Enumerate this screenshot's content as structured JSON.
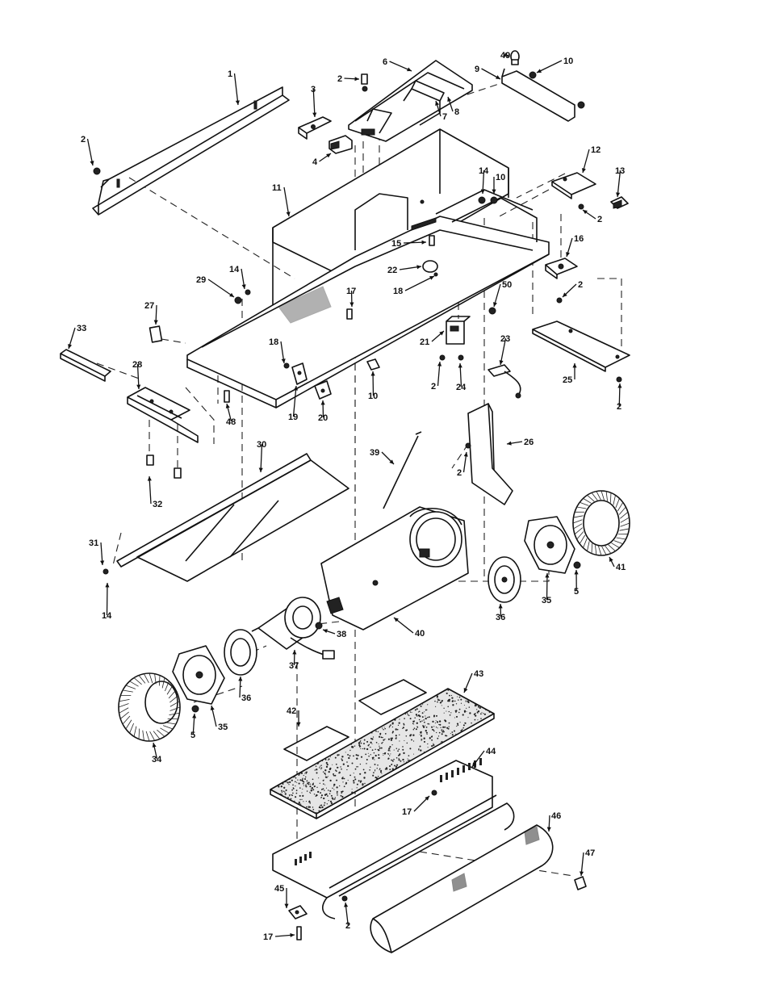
{
  "callouts": [
    {
      "text": "1",
      "id": "p1"
    },
    {
      "text": "2",
      "id": "p2a"
    },
    {
      "text": "2",
      "id": "p2b"
    },
    {
      "text": "3",
      "id": "p3"
    },
    {
      "text": "4",
      "id": "p4"
    },
    {
      "text": "6",
      "id": "p6"
    },
    {
      "text": "7",
      "id": "p7"
    },
    {
      "text": "8",
      "id": "p8"
    },
    {
      "text": "49",
      "id": "p49"
    },
    {
      "text": "9",
      "id": "p9"
    },
    {
      "text": "10",
      "id": "p10a"
    },
    {
      "text": "11",
      "id": "p11"
    },
    {
      "text": "14",
      "id": "p14a"
    },
    {
      "text": "10",
      "id": "p10b"
    },
    {
      "text": "12",
      "id": "p12"
    },
    {
      "text": "13",
      "id": "p13"
    },
    {
      "text": "2",
      "id": "p2c"
    },
    {
      "text": "15",
      "id": "p15"
    },
    {
      "text": "16",
      "id": "p16"
    },
    {
      "text": "22",
      "id": "p22"
    },
    {
      "text": "18",
      "id": "p18a"
    },
    {
      "text": "29",
      "id": "p29"
    },
    {
      "text": "14",
      "id": "p14b"
    },
    {
      "text": "50",
      "id": "p50"
    },
    {
      "text": "2",
      "id": "p2d"
    },
    {
      "text": "27",
      "id": "p27"
    },
    {
      "text": "17",
      "id": "p17a"
    },
    {
      "text": "33",
      "id": "p33"
    },
    {
      "text": "18",
      "id": "p18b"
    },
    {
      "text": "21",
      "id": "p21"
    },
    {
      "text": "23",
      "id": "p23"
    },
    {
      "text": "25",
      "id": "p25"
    },
    {
      "text": "28",
      "id": "p28"
    },
    {
      "text": "10",
      "id": "p10c"
    },
    {
      "text": "2",
      "id": "p2e"
    },
    {
      "text": "24",
      "id": "p24"
    },
    {
      "text": "2",
      "id": "p2f"
    },
    {
      "text": "19",
      "id": "p19"
    },
    {
      "text": "20",
      "id": "p20"
    },
    {
      "text": "48",
      "id": "p48"
    },
    {
      "text": "26",
      "id": "p26"
    },
    {
      "text": "30",
      "id": "p30"
    },
    {
      "text": "39",
      "id": "p39"
    },
    {
      "text": "2",
      "id": "p2g"
    },
    {
      "text": "32",
      "id": "p32"
    },
    {
      "text": "31",
      "id": "p31"
    },
    {
      "text": "14",
      "id": "p14c"
    },
    {
      "text": "41",
      "id": "p41"
    },
    {
      "text": "35",
      "id": "p35a"
    },
    {
      "text": "5",
      "id": "p5a"
    },
    {
      "text": "36",
      "id": "p36a"
    },
    {
      "text": "40",
      "id": "p40"
    },
    {
      "text": "38",
      "id": "p38"
    },
    {
      "text": "37",
      "id": "p37"
    },
    {
      "text": "36",
      "id": "p36b"
    },
    {
      "text": "35",
      "id": "p35b"
    },
    {
      "text": "5",
      "id": "p5b"
    },
    {
      "text": "34",
      "id": "p34"
    },
    {
      "text": "43",
      "id": "p43"
    },
    {
      "text": "42",
      "id": "p42"
    },
    {
      "text": "44",
      "id": "p44"
    },
    {
      "text": "17",
      "id": "p17b"
    },
    {
      "text": "46",
      "id": "p46"
    },
    {
      "text": "47",
      "id": "p47"
    },
    {
      "text": "45",
      "id": "p45"
    },
    {
      "text": "2",
      "id": "p2h"
    },
    {
      "text": "17",
      "id": "p17c"
    }
  ]
}
